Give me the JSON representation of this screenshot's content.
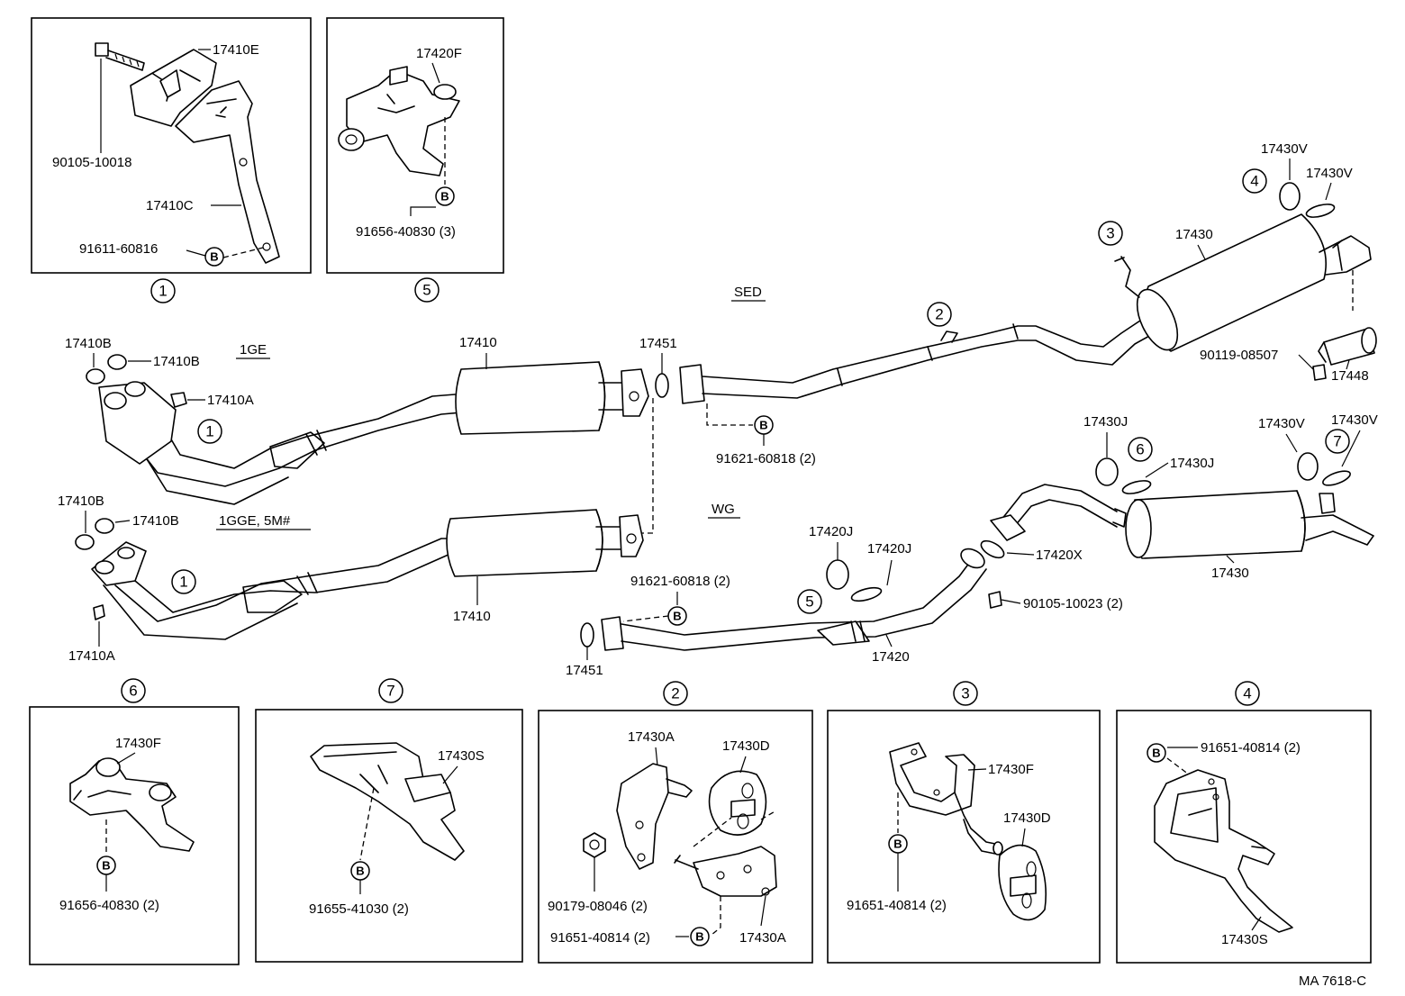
{
  "labels": {
    "p17410E": "17410E",
    "p90105_10018": "90105-10018",
    "p17410C": "17410C",
    "p91611_60816": "91611-60816",
    "p17420F": "17420F",
    "p91656_40830_3": "91656-40830 (3)",
    "sed": "SED",
    "wg": "WG",
    "engine_1ge": "1GE",
    "engine_1gge": "1GGE, 5M#",
    "p17410B_a": "17410B",
    "p17410B_b": "17410B",
    "p17410B_c": "17410B",
    "p17410B_d": "17410B",
    "p17410A_top": "17410A",
    "p17410A_bot": "17410A",
    "p17410_top": "17410",
    "p17410_bot": "17410",
    "p17451_top": "17451",
    "p17451_bot": "17451",
    "p91621_60818_top": "91621-60818 (2)",
    "p91621_60818_bot": "91621-60818 (2)",
    "p17430_sed": "17430",
    "p17430_wg": "17430",
    "p17430V_a": "17430V",
    "p17430V_b": "17430V",
    "p17430V_c": "17430V",
    "p17430V_d": "17430V",
    "p17430J_a": "17430J",
    "p17430J_b": "17430J",
    "p90119_08507": "90119-08507",
    "p17448": "17448",
    "p17420J_a": "17420J",
    "p17420J_b": "17420J",
    "p17420X": "17420X",
    "p90105_10023": "90105-10023 (2)",
    "p17420": "17420",
    "p17430F_6": "17430F",
    "p91656_40830_2": "91656-40830 (2)",
    "p17430S_7": "17430S",
    "p91655_41030": "91655-41030 (2)",
    "p17430A_2a": "17430A",
    "p17430D_2": "17430D",
    "p90179_08046": "90179-08046 (2)",
    "p91651_40814_2": "91651-40814 (2)",
    "p17430A_2b": "17430A",
    "p17430F_3": "17430F",
    "p17430D_3": "17430D",
    "p91651_40814_3": "91651-40814 (2)",
    "p91651_40814_4": "91651-40814 (2)",
    "p17430S_4": "17430S",
    "footer": "MA 7618-C"
  },
  "callouts": {
    "c1": "1",
    "c2": "2",
    "c3": "3",
    "c4": "4",
    "c5": "5",
    "c6": "6",
    "c7": "7",
    "b": "B"
  }
}
